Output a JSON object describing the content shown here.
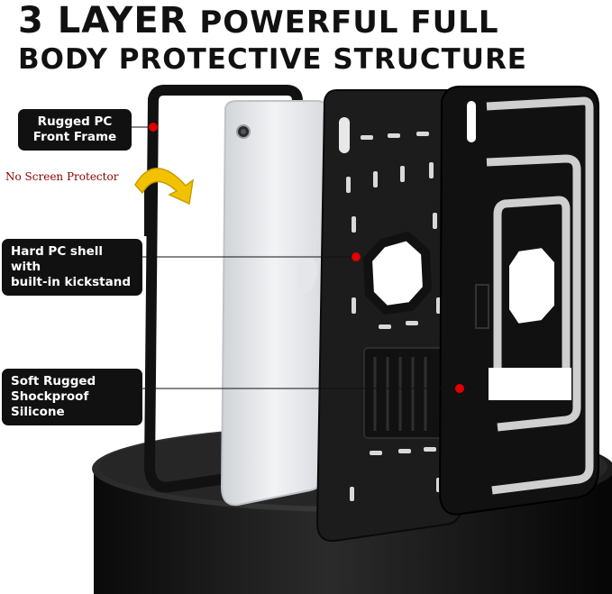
{
  "headline": {
    "line1_big": "3 LAYER",
    "line1_rest": "POWERFUL FULL",
    "line2": "BODY PROTECTIVE STRUCTURE"
  },
  "callouts": [
    {
      "line1": "Rugged PC",
      "line2": "Front Frame"
    },
    {
      "line1": "Hard PC shell with",
      "line2": "built-in kickstand"
    },
    {
      "line1": "Soft Rugged",
      "line2": "Shockproof Silicone"
    }
  ],
  "note": "No Screen Protector",
  "colors": {
    "text": "#111111",
    "label_bg": "#111111",
    "accent_dot": "#e00000",
    "arrow": "#f2c200",
    "note": "#8b0000",
    "silicone_stripes": "#cfcfcf"
  }
}
